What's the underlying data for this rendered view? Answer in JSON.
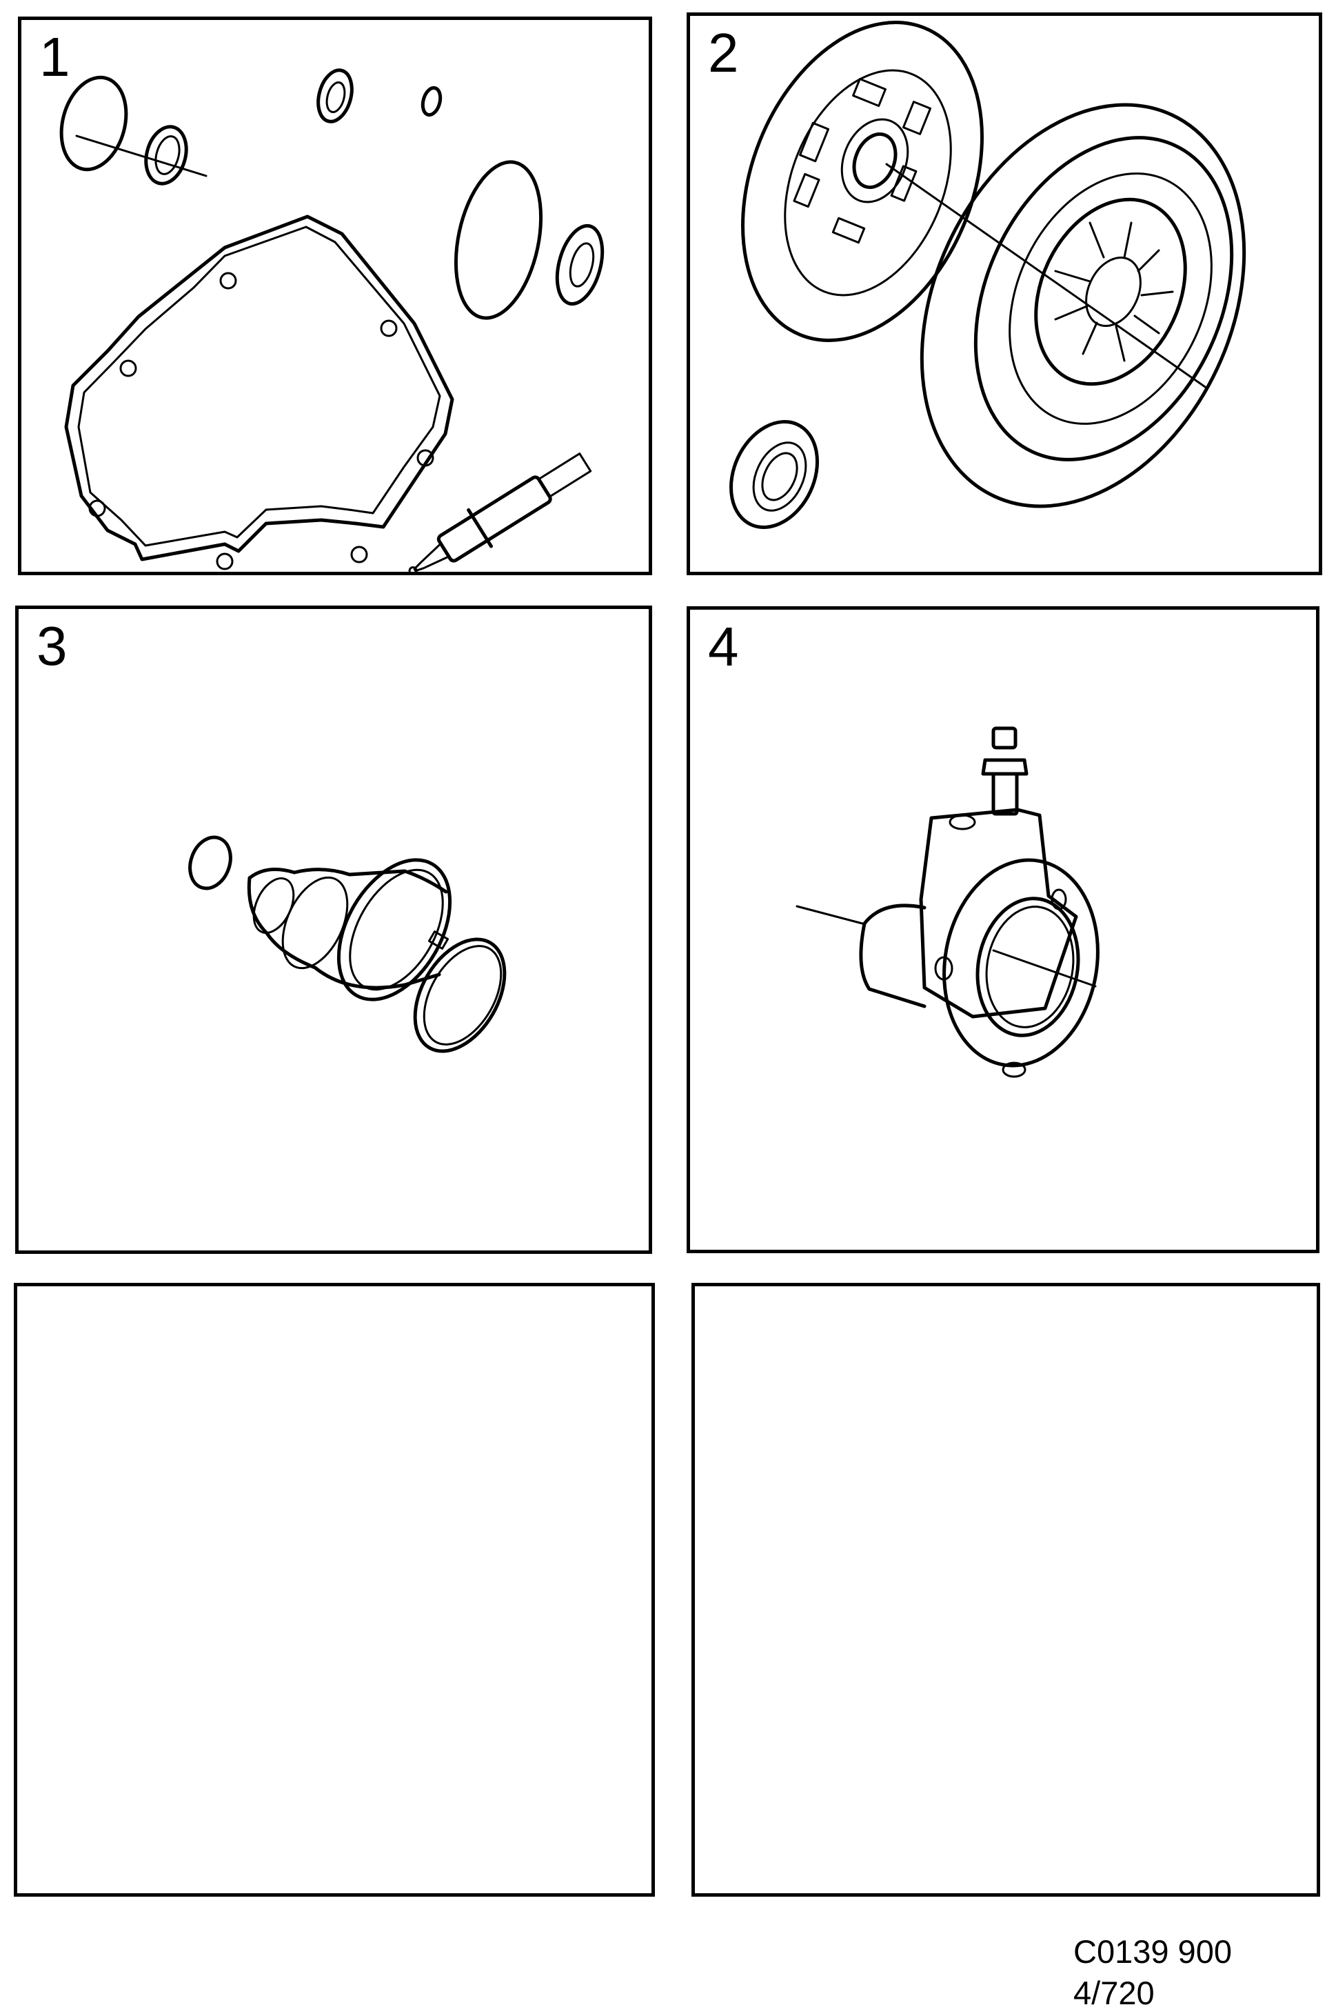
{
  "sheet": {
    "drawing_code": "C0139 900",
    "page_ref": "4/720"
  },
  "panels": [
    {
      "number": "1",
      "content": "Gasket and seal kit: O-rings, shaft seals, cover gasket, sealant syringe"
    },
    {
      "number": "2",
      "content": "Clutch kit: clutch disc, pressure plate, release bearing"
    },
    {
      "number": "3",
      "content": "Drive shaft boot kit with clamps"
    },
    {
      "number": "4",
      "content": "Hydraulic clutch release bearing (slave cylinder)"
    },
    {
      "number": "",
      "content": ""
    },
    {
      "number": "",
      "content": ""
    }
  ]
}
